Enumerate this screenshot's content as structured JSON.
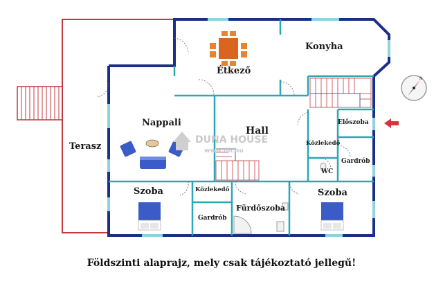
{
  "rooms": {
    "terasz": "Terasz",
    "etkezo": "Étkező",
    "konyha": "Konyha",
    "nappali": "Nappali",
    "hall": "Hall",
    "eloszoba": "Előszoba",
    "kozlekedo_right": "Közlekedő",
    "gardrob_right": "Gardrób",
    "wc": "WC",
    "szoba_left": "Szoba",
    "kozlekedo_left": "Közlekedő",
    "gardrob_left": "Gardrób",
    "furdoszoba": "Fürdőszoba",
    "szoba_right": "Szoba"
  },
  "watermark": {
    "brand": "DUNA HOUSE",
    "url": "www.dh.hu"
  },
  "caption": "Földszinti alaprajz, mely csak tájékoztató jellegű!",
  "colors": {
    "wall": "#1c2f86",
    "interior_wall": "#2aa7b5",
    "terrace": "#c0393b",
    "window": "#8fd3df",
    "furniture_sofa": "#3b5cc7",
    "table": "#d9651f",
    "entrance_arrow": "#d8343d"
  },
  "icons": {
    "compass": "compass-icon",
    "entrance": "entrance-arrow-icon"
  }
}
